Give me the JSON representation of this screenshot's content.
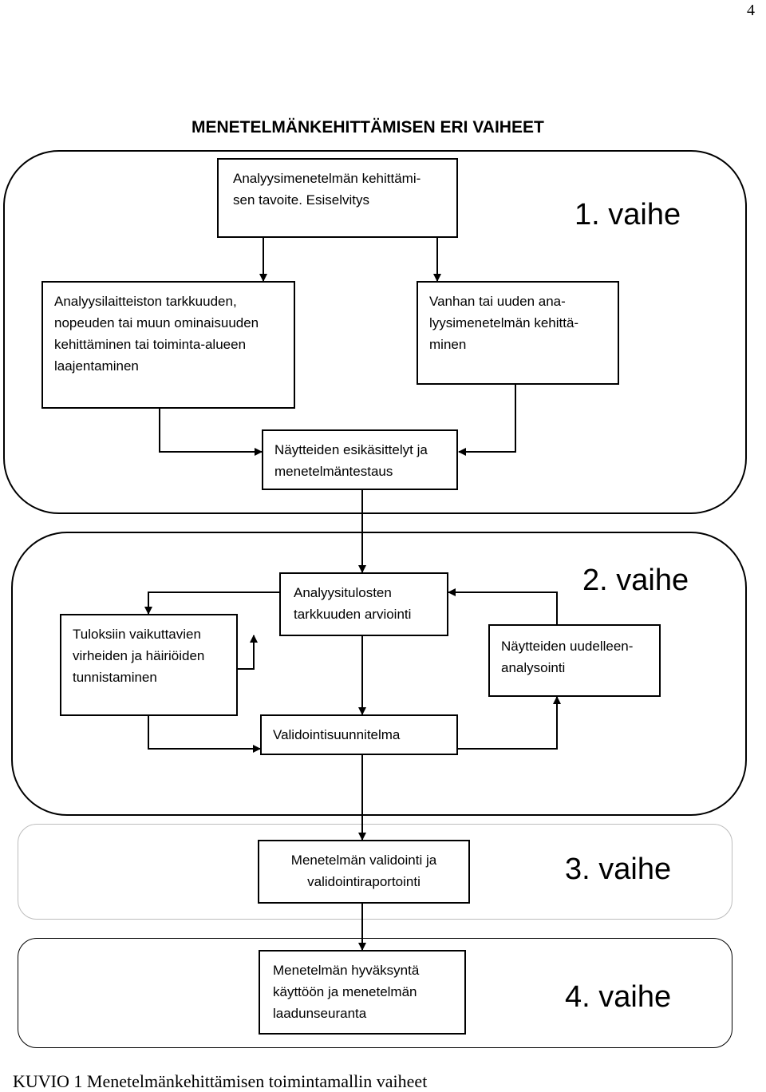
{
  "page_number": "4",
  "title": "MENETELMÄNKEHITTÄMISEN ERI VAIHEET",
  "phases": {
    "p1": "1. vaihe",
    "p2": "2. vaihe",
    "p3": "3. vaihe",
    "p4": "4. vaihe"
  },
  "boxes": {
    "goal": [
      "Analyysimenetelmän kehittämi-",
      "sen tavoite. Esiselvitys"
    ],
    "equipment": [
      "Analyysilaitteiston tarkkuuden,",
      "nopeuden tai muun ominaisuuden",
      "kehittäminen tai toiminta-alueen",
      "laajentaminen"
    ],
    "method": [
      "Vanhan tai uuden ana-",
      "lyysimenetelmän kehittä-",
      "minen"
    ],
    "pretreatment": [
      "Näytteiden esikäsittelyt ja",
      "menetelmäntestaus"
    ],
    "accuracy": [
      "Analyysitulosten",
      "tarkkuuden arviointi"
    ],
    "errors": [
      "Tuloksiin vaikuttavien",
      "virheiden ja häiriöiden",
      "tunnistaminen"
    ],
    "reanalysis": [
      "Näytteiden uudelleen-",
      "analysointi"
    ],
    "validation_plan": [
      "Validointisuunnitelma"
    ],
    "validation": [
      "Menetelmän validointi ja",
      "validointiraportointi"
    ],
    "approval": [
      "Menetelmän hyväksyntä",
      "käyttöön ja menetelmän",
      "laadunseuranta"
    ]
  },
  "caption": "KUVIO 1 Menetelmänkehittämisen toimintamallin vaiheet"
}
